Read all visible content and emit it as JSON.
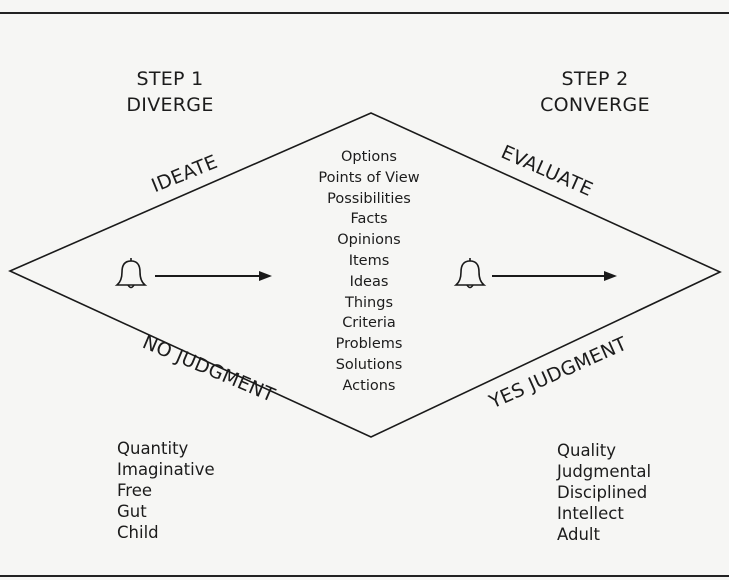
{
  "step1": {
    "title": "STEP 1",
    "subtitle": "DIVERGE"
  },
  "step2": {
    "title": "STEP 2",
    "subtitle": "CONVERGE"
  },
  "edges": {
    "upper_left": "IDEATE",
    "upper_right": "EVALUATE",
    "lower_left": "NO JUDGMENT",
    "lower_right": "YES JUDGMENT"
  },
  "center_items": [
    "Options",
    "Points of View",
    "Possibilities",
    "Facts",
    "Opinions",
    "Items",
    "Ideas",
    "Things",
    "Criteria",
    "Problems",
    "Solutions",
    "Actions"
  ],
  "diverge_traits": [
    "Quantity",
    "Imaginative",
    "Free",
    "Gut",
    "Child"
  ],
  "converge_traits": [
    "Quality",
    "Judgmental",
    "Disciplined",
    "Intellect",
    "Adult"
  ],
  "icons": {
    "left": "bell-icon",
    "right": "bell-icon"
  }
}
